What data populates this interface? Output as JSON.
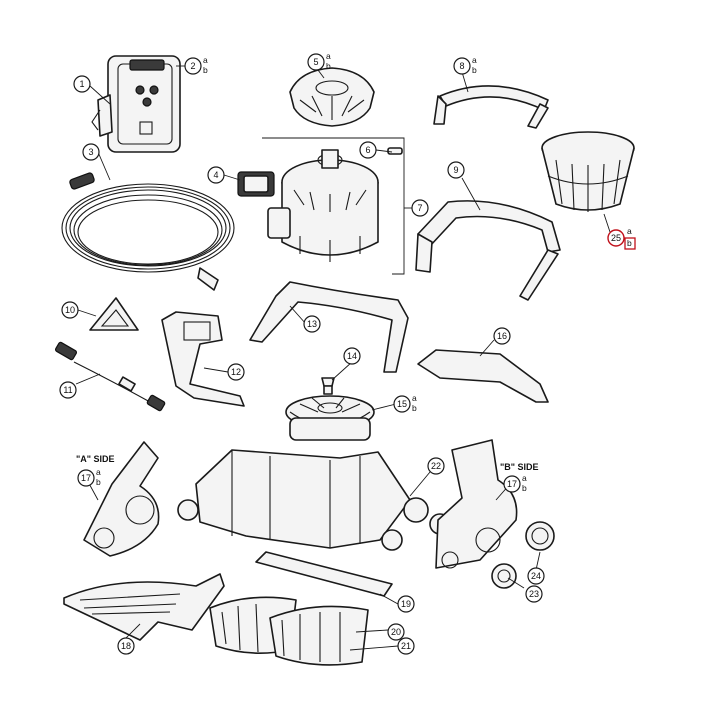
{
  "callouts": [
    {
      "id": "c1",
      "number": "1"
    },
    {
      "id": "c2",
      "number": "2",
      "sub": [
        "a",
        "b"
      ]
    },
    {
      "id": "c3",
      "number": "3"
    },
    {
      "id": "c4",
      "number": "4"
    },
    {
      "id": "c5",
      "number": "5",
      "sub": [
        "a",
        "b"
      ]
    },
    {
      "id": "c6",
      "number": "6"
    },
    {
      "id": "c7",
      "number": "7"
    },
    {
      "id": "c8",
      "number": "8",
      "sub": [
        "a",
        "b"
      ]
    },
    {
      "id": "c9",
      "number": "9"
    },
    {
      "id": "c10",
      "number": "10"
    },
    {
      "id": "c11",
      "number": "11"
    },
    {
      "id": "c12",
      "number": "12"
    },
    {
      "id": "c13",
      "number": "13"
    },
    {
      "id": "c14",
      "number": "14"
    },
    {
      "id": "c15",
      "number": "15",
      "sub": [
        "a",
        "b"
      ]
    },
    {
      "id": "c16",
      "number": "16"
    },
    {
      "id": "c17a",
      "number": "17",
      "sub": [
        "a",
        "b"
      ]
    },
    {
      "id": "c17b",
      "number": "17",
      "sub": [
        "a",
        "b"
      ]
    },
    {
      "id": "c18",
      "number": "18"
    },
    {
      "id": "c19",
      "number": "19"
    },
    {
      "id": "c20",
      "number": "20"
    },
    {
      "id": "c21",
      "number": "21"
    },
    {
      "id": "c22",
      "number": "22"
    },
    {
      "id": "c23",
      "number": "23"
    },
    {
      "id": "c24",
      "number": "24"
    },
    {
      "id": "c25",
      "number": "25",
      "sub": [
        "a",
        "b"
      ],
      "highlight": "#c0101a"
    }
  ],
  "side_labels": {
    "a_side": "\"A\" SIDE",
    "b_side": "\"B\" SIDE"
  },
  "colors": {
    "line": "#1a1a1a",
    "highlight": "#c0101a",
    "background": "#ffffff"
  }
}
